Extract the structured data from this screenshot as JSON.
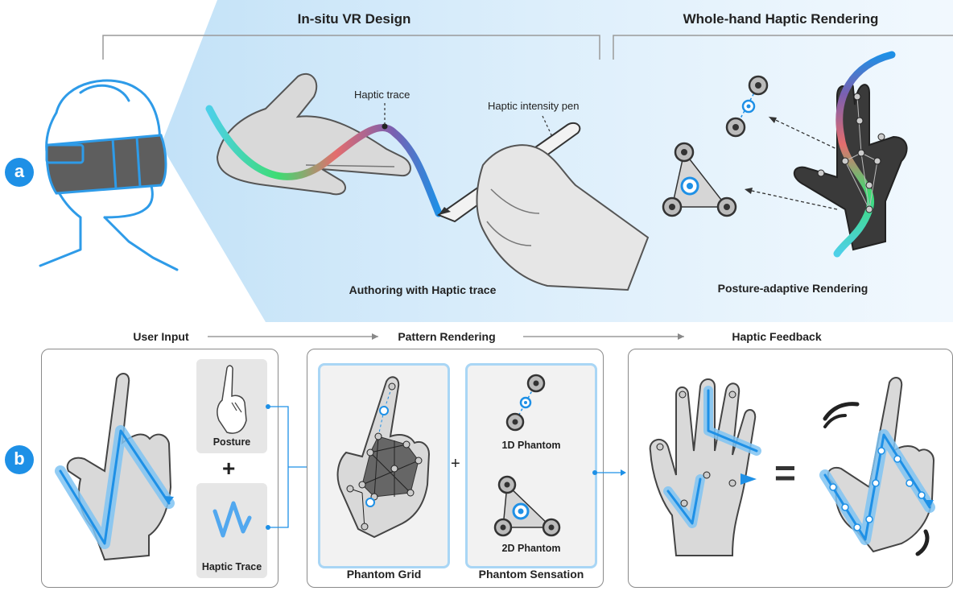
{
  "section_a": {
    "badge": "a",
    "header_left": "In-situ VR Design",
    "header_right": "Whole-hand Haptic Rendering",
    "caption_left": "Authoring with Haptic trace",
    "caption_right": "Posture-adaptive Rendering",
    "annotation_trace": "Haptic trace",
    "annotation_pen": "Haptic intensity pen"
  },
  "section_b": {
    "badge": "b",
    "flow": [
      "User Input",
      "Pattern Rendering",
      "Haptic Feedback"
    ],
    "posture_label": "Posture",
    "trace_label": "Haptic Trace",
    "plus": "+",
    "phantom_1d": "1D Phantom",
    "phantom_2d": "2D Phantom",
    "phantom_grid": "Phantom Grid",
    "phantom_sensation": "Phantom Sensation",
    "equals": "="
  },
  "colors": {
    "accent_blue": "#1e90e6",
    "light_blue": "#a9d6f5",
    "hand_gray": "#d9d9d9",
    "dark_hand": "#3a3a3a"
  }
}
